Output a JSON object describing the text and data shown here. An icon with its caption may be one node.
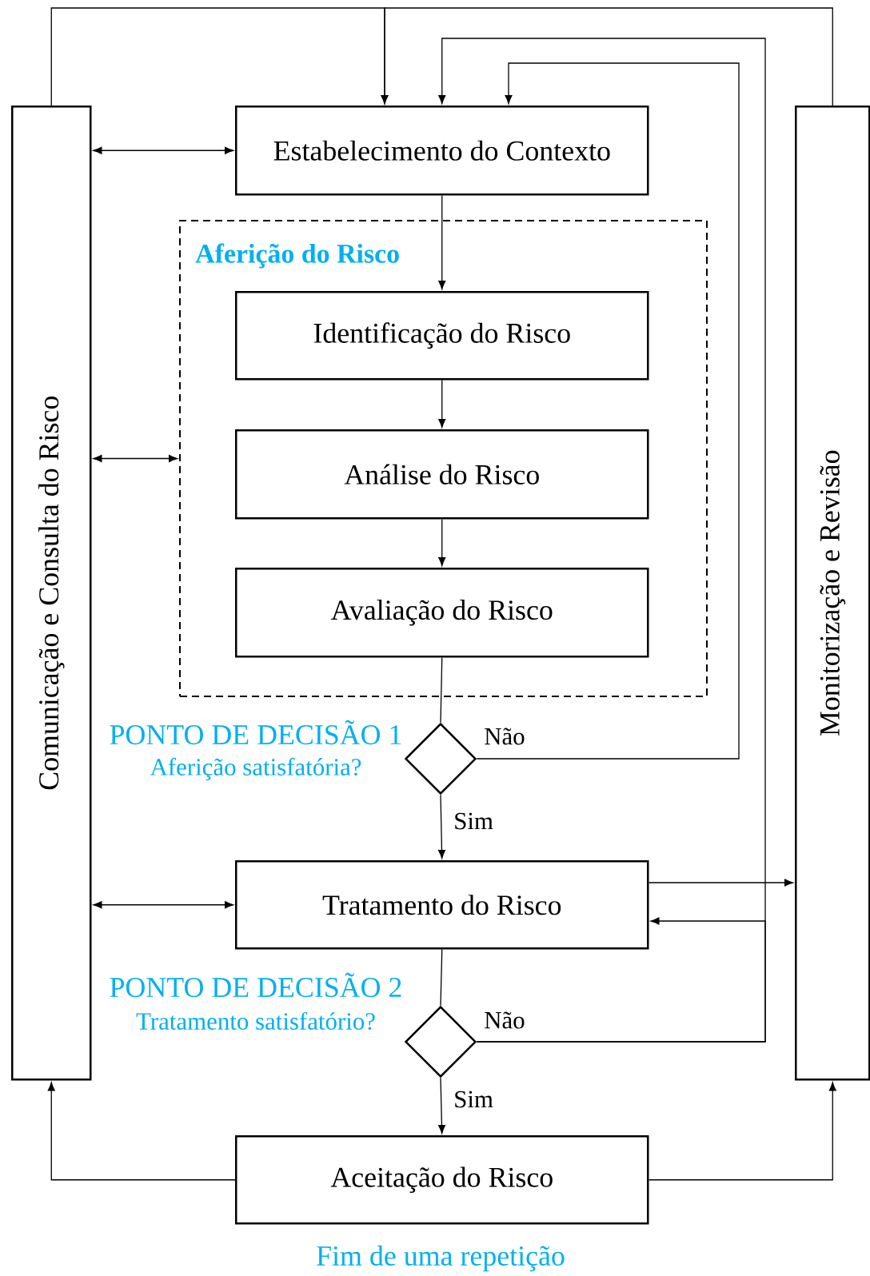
{
  "diagram": {
    "nodes": [
      {
        "text": [
          "Comunicação e Consulta do Risco"
        ]
      },
      {
        "text": [
          "Monitorização e Revisão"
        ]
      },
      {
        "text": [
          "Estabelecimento do Contexto"
        ]
      },
      {
        "text": [
          "Aferição do Risco"
        ]
      },
      {
        "text": [
          "Identificação do Risco"
        ],
        "in": 3
      },
      {
        "text": [
          "Análise do Risco"
        ],
        "in": 3
      },
      {
        "text": [
          "Avaliação do Risco"
        ],
        "in": 3
      },
      {
        "text": [],
        "shape": "diamond",
        "beside": [
          "PONTO DE DECISÃO 1",
          "Aferição satisfatória?"
        ]
      },
      {
        "text": [
          "Tratamento do Risco"
        ]
      },
      {
        "text": [],
        "shape": "diamond",
        "beside": [
          "PONTO DE DECISÃO 2",
          "Tratamento satisfatório?"
        ]
      },
      {
        "text": [
          "Aceitação do Risco"
        ]
      }
    ],
    "edges": [
      {
        "from": 0,
        "to": 2,
        "arrow": "both"
      },
      {
        "from": 0,
        "to": 3,
        "arrow": "both"
      },
      {
        "from": 0,
        "to": 8,
        "arrow": "both"
      },
      {
        "from": 0,
        "to": 2,
        "arrow": "to"
      },
      {
        "from": 1,
        "to": 2,
        "arrow": "to"
      },
      {
        "from": 2,
        "to": 4,
        "arrow": "to"
      },
      {
        "from": 4,
        "to": 5,
        "arrow": "to"
      },
      {
        "from": 5,
        "to": 6,
        "arrow": "to"
      },
      {
        "from": 6,
        "to": 7,
        "arrow": "none"
      },
      {
        "from": 7,
        "to": 2,
        "arrow": "to",
        "label": "Não"
      },
      {
        "from": 7,
        "to": 8,
        "arrow": "to",
        "label": "Sim"
      },
      {
        "from": 8,
        "to": 1,
        "arrow": "to"
      },
      {
        "from": 9,
        "to": 2,
        "arrow": "to",
        "label": "Não"
      },
      {
        "from": 9,
        "to": 8,
        "arrow": "to"
      },
      {
        "from": 8,
        "to": 9,
        "arrow": "none"
      },
      {
        "from": 9,
        "to": 10,
        "arrow": "to",
        "label": "Sim"
      },
      {
        "from": 10,
        "to": 0,
        "arrow": "to"
      },
      {
        "from": 10,
        "to": 1,
        "arrow": "to"
      }
    ],
    "labels": [
      "Fim de uma repetição"
    ]
  }
}
